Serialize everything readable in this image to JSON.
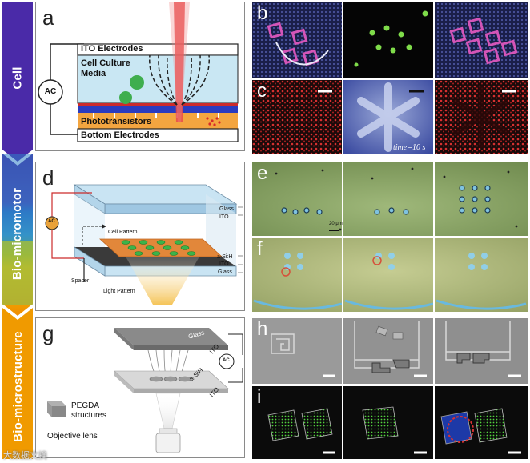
{
  "categories": [
    {
      "label": "Cell",
      "color": "#5a2aa8"
    },
    {
      "label": "Bio-micromotor",
      "color": "#2c7ec8"
    },
    {
      "label": "Bio-microstructure",
      "color": "#f0a000"
    }
  ],
  "panels": {
    "a": {
      "label": "a",
      "ito_electrodes": "ITO Electrodes",
      "cell_culture_media": "Cell Culture\nMedia",
      "phototransistors": "Phototransistors",
      "bottom_electrodes": "Bottom Electrodes",
      "ac": "AC"
    },
    "b": {
      "label": "b"
    },
    "c": {
      "label": "c",
      "time_text": "time=10 s"
    },
    "d": {
      "label": "d",
      "ac": "AC",
      "glass_top": "Glass",
      "ito_top": "ITO",
      "cell_pattern": "Cell Pattern",
      "a_si_h": "a-Si:H",
      "ito_bottom": "ITO",
      "glass_bottom": "Glass",
      "spacer": "Spacer",
      "light_pattern": "Light Pattern"
    },
    "e": {
      "label": "e",
      "scale_text": "20 μm"
    },
    "f": {
      "label": "f"
    },
    "g": {
      "label": "g",
      "glass": "Glass",
      "ito_top": "ITO",
      "a_si_h": "a-SiH",
      "ito_bottom": "ITO",
      "ac": "AC",
      "pegda": "PEGDA\nstructures",
      "objective": "Objective lens"
    },
    "h": {
      "label": "h"
    },
    "i": {
      "label": "i"
    }
  },
  "watermark": "大数据文摘"
}
